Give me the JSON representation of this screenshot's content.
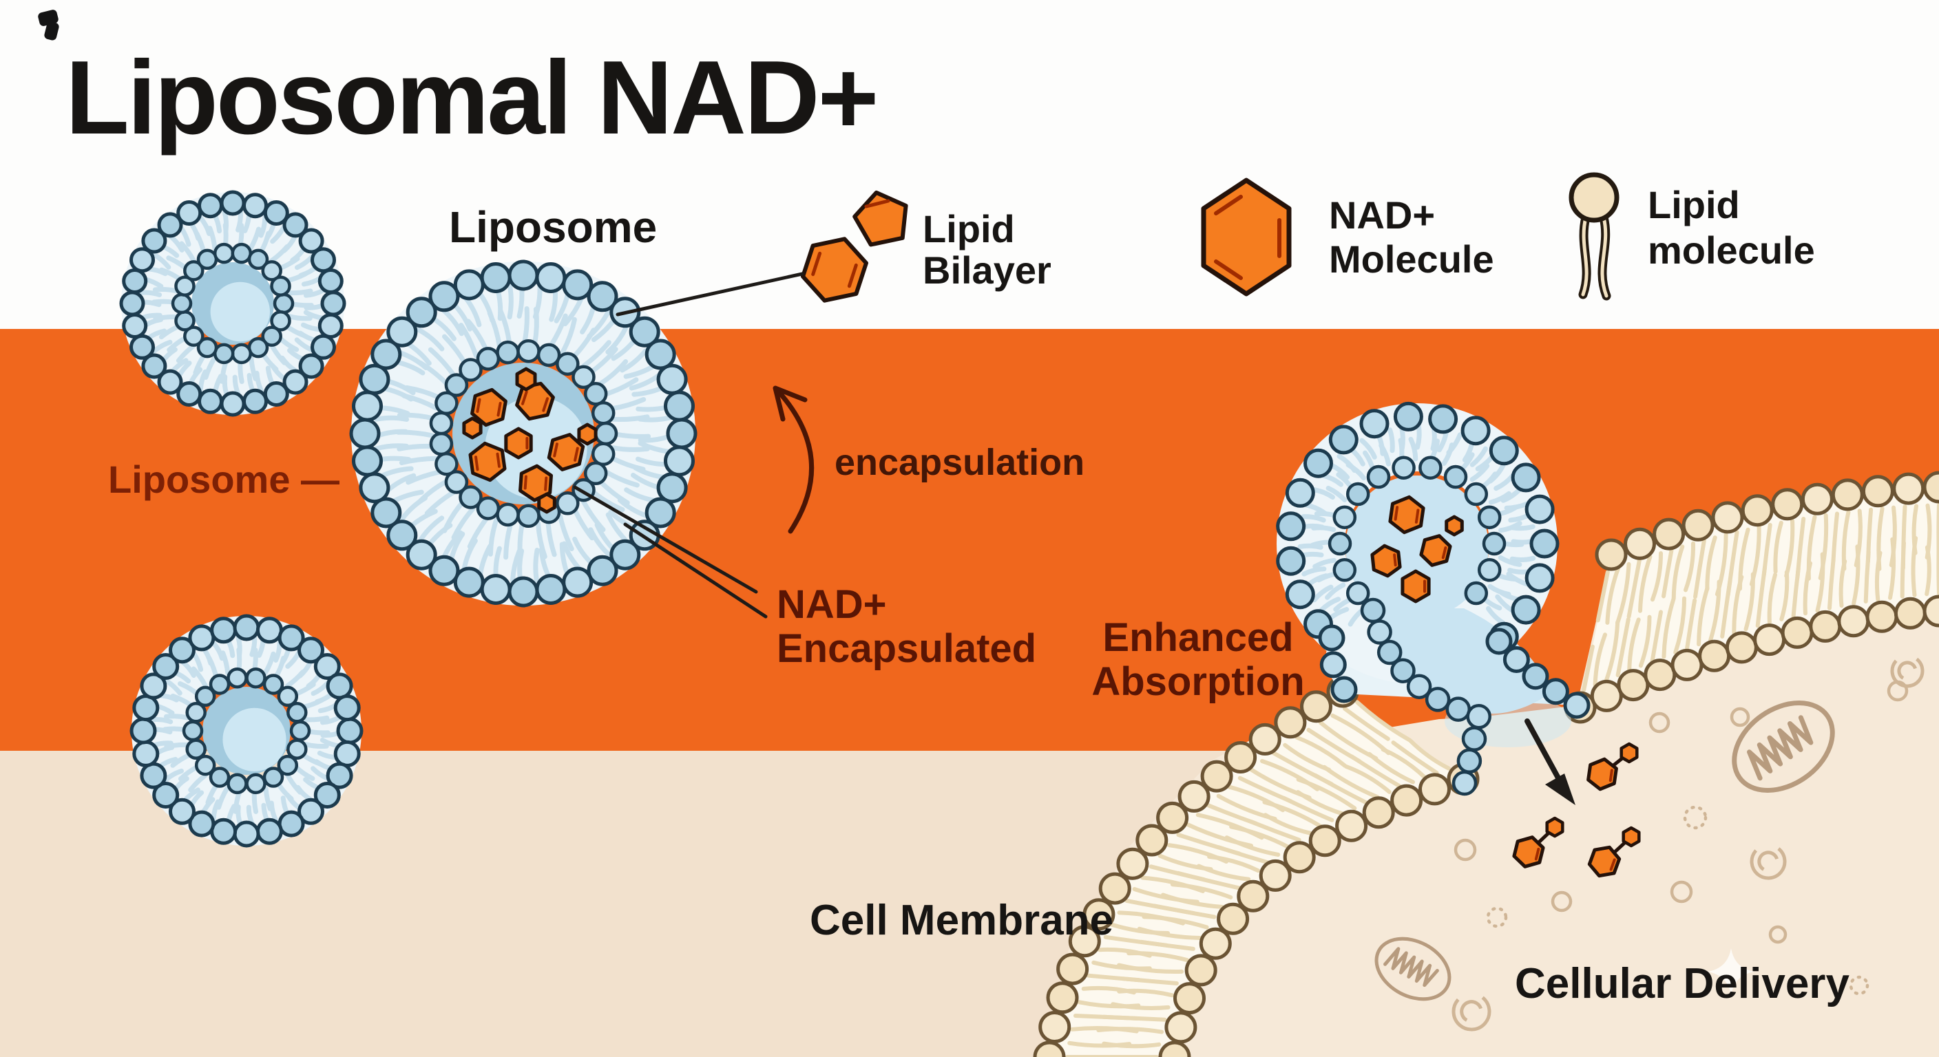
{
  "title": "Liposomal NAD+",
  "legend": {
    "items": [
      {
        "id": "lipid-bilayer",
        "icon": "fused-ring-icon",
        "line1": "Lipid",
        "line2": "Bilayer"
      },
      {
        "id": "nad-molecule",
        "icon": "nad-hexagon-icon",
        "line1": "NAD+",
        "line2": "Molecule"
      },
      {
        "id": "lipid-molecule",
        "icon": "lipid-molecule-icon",
        "line1": "Lipid",
        "line2": "molecule"
      }
    ]
  },
  "labels": {
    "liposome_top": "Liposome",
    "liposome_left": "Liposome —",
    "encapsulation": "encapsulation",
    "nad_encapsulated_line1": "NAD+",
    "nad_encapsulated_line2": "Encapsulated",
    "enhanced_line1": "Enhanced",
    "enhanced_line2": "Absorption",
    "cell_membrane": "Cell Membrane",
    "cellular_delivery": "Cellular Delivery"
  },
  "colors": {
    "white_bg": "#fdfdfc",
    "orange_band": "#f0671d",
    "beige_outer": "#f2e1cd",
    "cytoplasm": "#f6e9d8",
    "nad_orange": "#f57d1f",
    "nad_outline": "#24120a",
    "nad_bond_red": "#a02b00",
    "bead_blue": "#abd0e2",
    "bead_blue_alt": "#bcdbea",
    "bead_blue_outline": "#1c3b4e",
    "liposome_ring_bg": "#edf5f9",
    "liposome_tail": "#c7dfec",
    "core_blue": "#a2cade",
    "core_highlight": "#cde7f3",
    "lumen_blue": "#c9e4f2",
    "membrane_head": "#f3e2c1",
    "membrane_head_alt": "#f6e8cd",
    "membrane_head_outline": "#6b5434",
    "membrane_band_bg": "#fdf9ef",
    "membrane_tail": "#e8d8b4",
    "organelle_tan": "#b79b7e",
    "decoration_tan": "#cfb596",
    "text_black": "#171513",
    "text_maroon": "#5a1504",
    "text_maroon_bright": "#7c2005",
    "text_dark_brown": "#431607",
    "pointer_line": "#1e1b18",
    "arrow_maroon": "#4a1505",
    "sparkle_white": "#ffffff"
  }
}
